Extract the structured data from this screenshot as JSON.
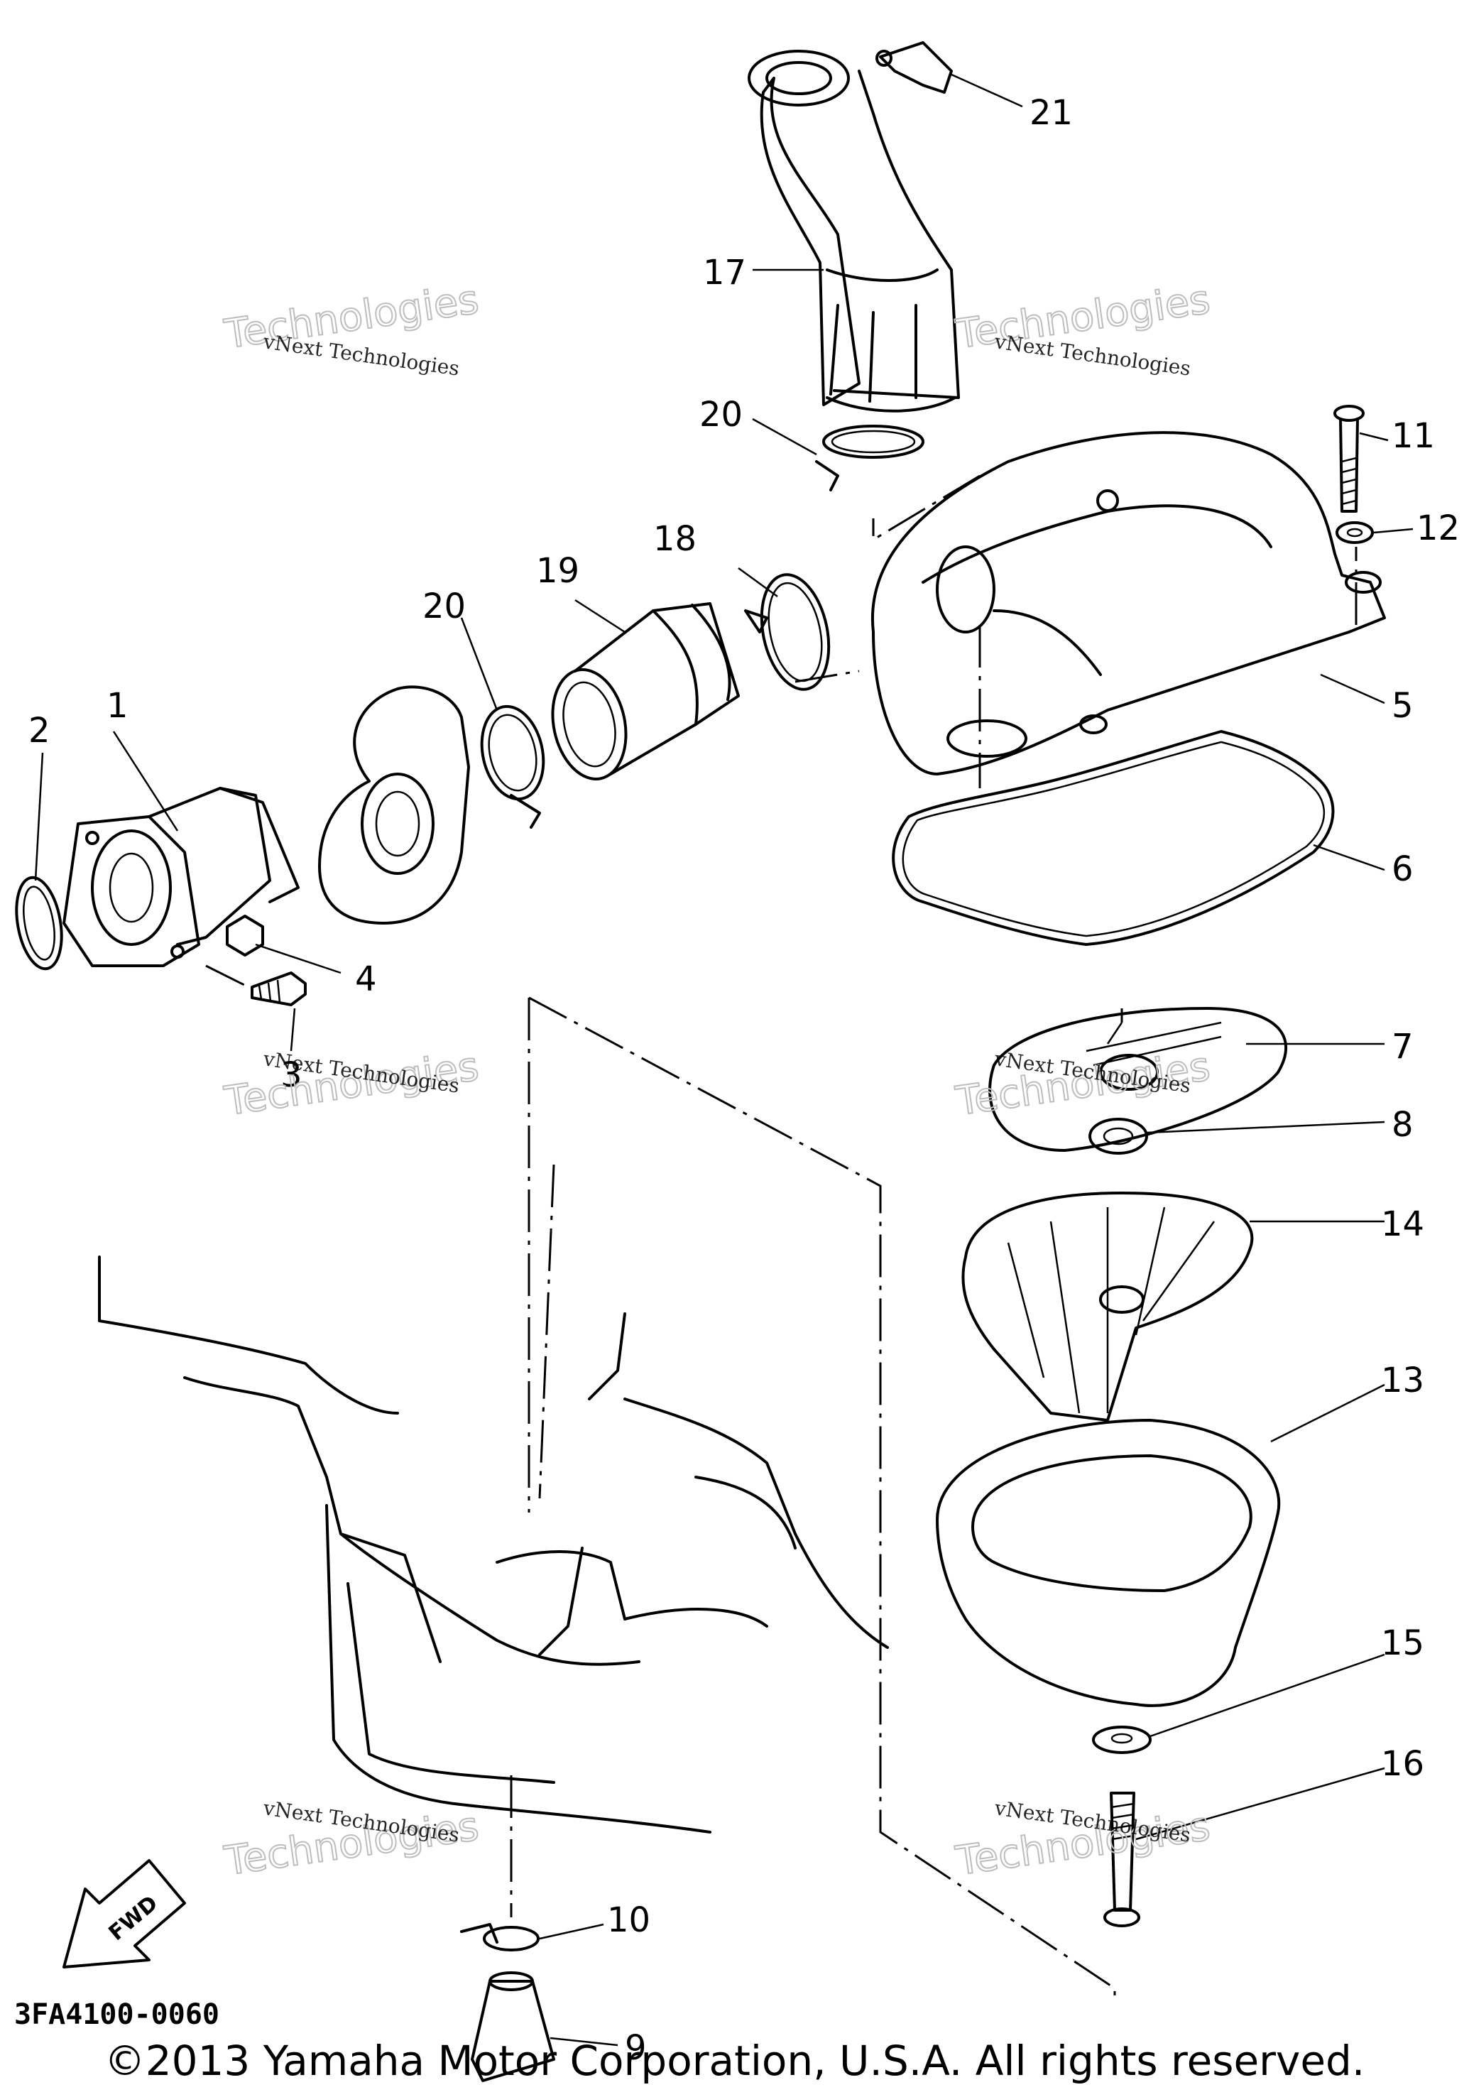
{
  "diagram_code": "3FA4100-0060",
  "copyright": "©2013 Yamaha Motor Corporation, U.S.A. All rights reserved.",
  "fwd_label": "FWD",
  "watermark": {
    "line1": "vNext Technologies",
    "line2": "Technologies"
  },
  "callouts": [
    "1",
    "2",
    "3",
    "4",
    "5",
    "6",
    "7",
    "8",
    "9",
    "10",
    "11",
    "12",
    "13",
    "14",
    "15",
    "16",
    "17",
    "18",
    "19",
    "20",
    "20",
    "21"
  ]
}
